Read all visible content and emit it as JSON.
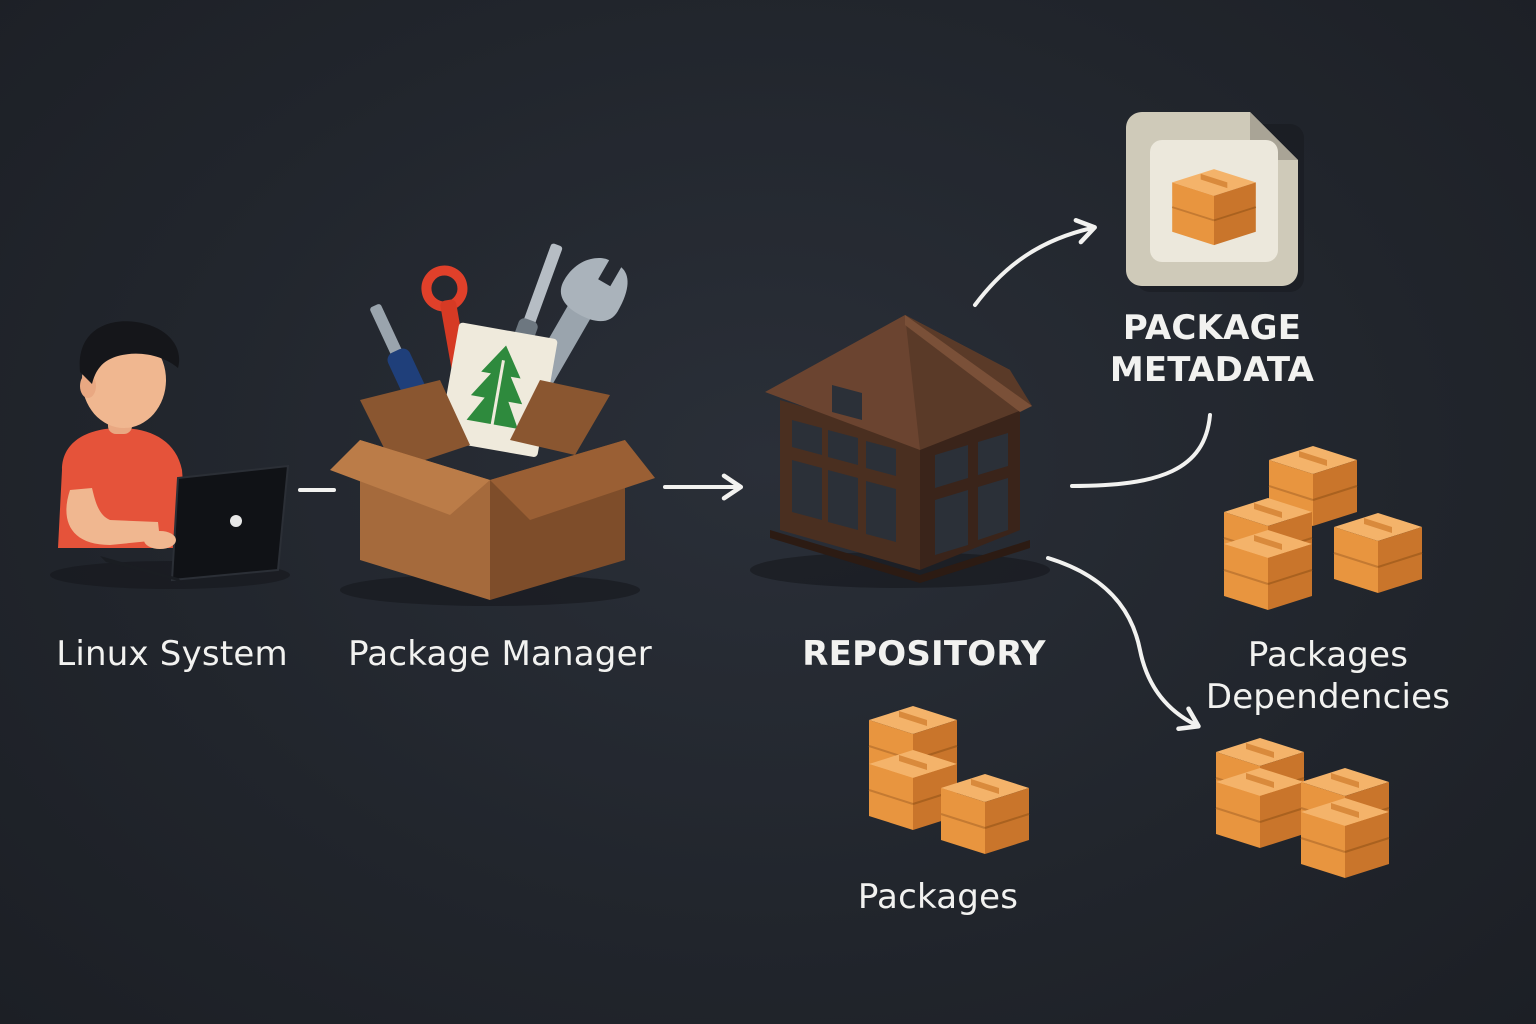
{
  "labels": {
    "linux_system": "Linux System",
    "package_manager": "Package Manager",
    "repository": "REPOSITORY",
    "package_metadata_line1": "PACKAGE",
    "package_metadata_line2": "METADATA",
    "packages_dependencies_line1": "Packages",
    "packages_dependencies_line2": "Dependencies",
    "packages": "Packages"
  },
  "icons": {
    "user": "user-at-laptop-icon",
    "package_manager": "open-toolbox-icon",
    "repository": "warehouse-icon",
    "metadata": "metadata-document-icon",
    "packages": "cardboard-boxes-icon"
  },
  "colors": {
    "background": "#21252c",
    "text": "#f2f2f0",
    "box_orange": "#e8953f",
    "cardboard": "#a56a3c",
    "house_brown": "#5a3a28",
    "shirt_red": "#e5533a",
    "arrow": "#f2f2f0"
  }
}
